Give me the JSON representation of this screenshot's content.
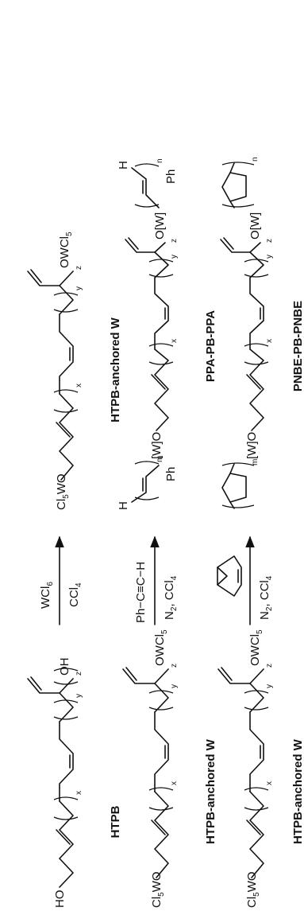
{
  "labels": {
    "htpb": "HTPB",
    "htpb_anchored_w": "HTPB-anchored W",
    "ppa_pb_ppa": "PPA-PB-PPA",
    "pnbe_pb_pnbe": "PNBE-PB-PNBE"
  },
  "end_groups": {
    "ho": "HO",
    "oh": "OH",
    "cl5wo_main": "Cl",
    "cl5wo_sub": "5",
    "cl5wo_tail": "WO",
    "owcl5_head": "OWCl",
    "owcl5_sub": "5",
    "w_bracket_o_left": "[W]O",
    "o_w_bracket_right": "O[W]",
    "ph": "Ph",
    "h": "H"
  },
  "subscripts": {
    "x": "x",
    "y": "y",
    "z": "z",
    "m": "m",
    "n": "n"
  },
  "reactions": [
    {
      "reagent_above": "WCl",
      "reagent_above_sub": "6",
      "condition_below": "CCl",
      "condition_below_sub": "4"
    },
    {
      "reagent_above": "Ph−C≡C−H",
      "condition_below": "N",
      "condition_below_sub": "2",
      "condition_below_tail": ", CCl",
      "condition_below_tail_sub": "4"
    },
    {
      "reagent_above": "norbornene-structure",
      "condition_below": "N",
      "condition_below_sub": "2",
      "condition_below_tail": ", CCl",
      "condition_below_tail_sub": "4"
    }
  ]
}
